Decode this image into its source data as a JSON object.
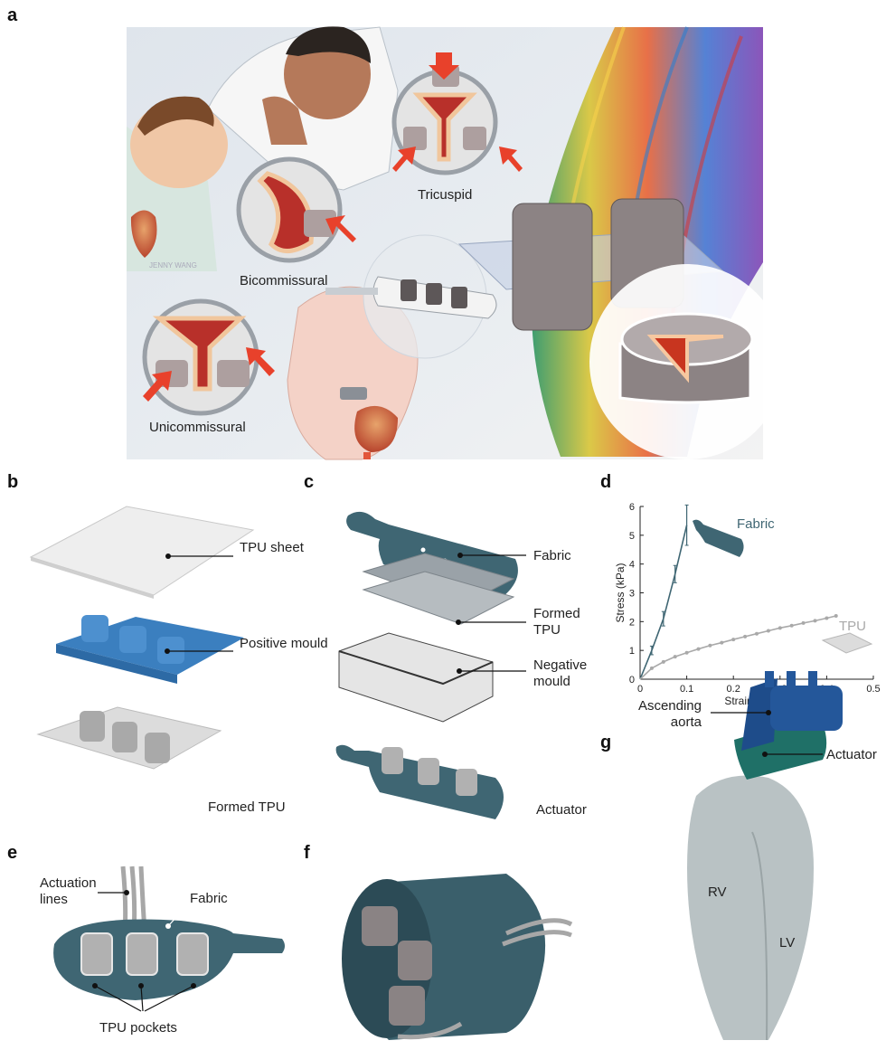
{
  "panels": {
    "a": {
      "letter": "a",
      "labels": {
        "tricuspid": "Tricuspid",
        "bicommissural": "Bicommissural",
        "unicommissural": "Unicommissural",
        "signature": "JENNY WANG"
      }
    },
    "b": {
      "letter": "b",
      "labels": {
        "tpu_sheet": "TPU sheet",
        "positive_mould": "Positive mould",
        "formed_tpu": "Formed TPU"
      }
    },
    "c": {
      "letter": "c",
      "labels": {
        "fabric": "Fabric",
        "formed_tpu": "Formed TPU",
        "negative_mould": "Negative mould",
        "actuator": "Actuator"
      }
    },
    "d": {
      "letter": "d"
    },
    "e": {
      "letter": "e",
      "labels": {
        "actuation_lines": "Actuation lines",
        "fabric": "Fabric",
        "tpu_pockets": "TPU pockets"
      }
    },
    "f": {
      "letter": "f"
    },
    "g": {
      "letter": "g",
      "labels": {
        "ascending_aorta": "Ascending aorta",
        "actuator": "Actuator",
        "rv": "RV",
        "lv": "LV"
      }
    }
  },
  "chart_data": {
    "type": "line",
    "xlabel": "Strain",
    "ylabel": "Stress (kPa)",
    "xlim": [
      0,
      0.5
    ],
    "ylim": [
      0,
      6
    ],
    "xticks": [
      "0",
      "0.1",
      "0.2",
      "0.3",
      "0.4",
      "0.5"
    ],
    "yticks": [
      "0",
      "1",
      "2",
      "3",
      "4",
      "5",
      "6"
    ],
    "grid": false,
    "series": [
      {
        "name": "Fabric",
        "color": "#3f6673",
        "x": [
          0,
          0.025,
          0.05,
          0.075,
          0.1
        ],
        "y": [
          0,
          1.0,
          2.1,
          3.65,
          5.35
        ],
        "errors": [
          0.15,
          0.25,
          0.3,
          0.7
        ]
      },
      {
        "name": "TPU",
        "color": "#a9a9a9",
        "x": [
          0,
          0.025,
          0.05,
          0.075,
          0.1,
          0.125,
          0.15,
          0.175,
          0.2,
          0.225,
          0.25,
          0.275,
          0.3,
          0.325,
          0.35,
          0.375,
          0.4,
          0.42
        ],
        "y": [
          0,
          0.38,
          0.6,
          0.78,
          0.92,
          1.05,
          1.17,
          1.27,
          1.38,
          1.48,
          1.58,
          1.68,
          1.78,
          1.86,
          1.95,
          2.03,
          2.12,
          2.2
        ]
      }
    ]
  }
}
